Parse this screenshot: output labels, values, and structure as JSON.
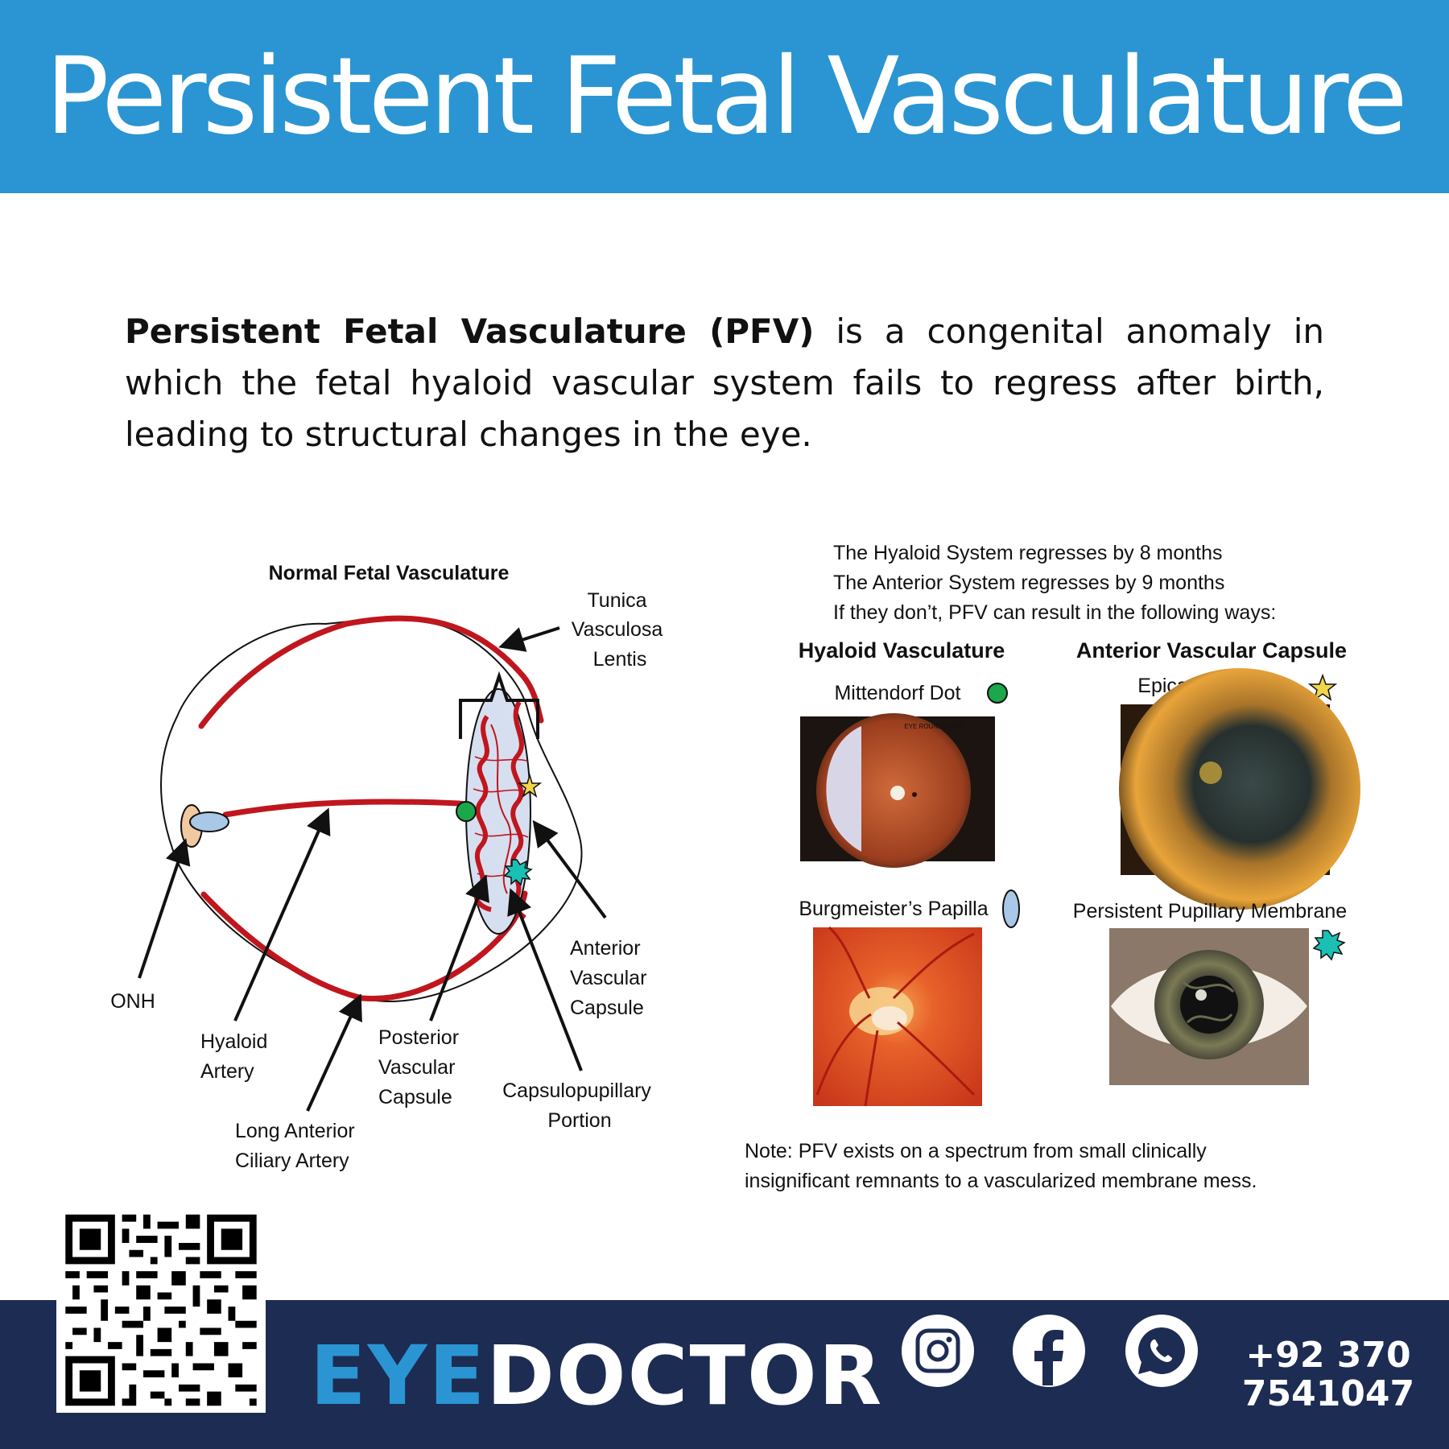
{
  "header": {
    "title": "Persistent Fetal Vasculature"
  },
  "intro": {
    "bold": "Persistent Fetal Vasculature (PFV)",
    "text": " is a congenital anomaly in which the fetal hyaloid vascular system fails to regress after birth, leading to structural changes in the eye."
  },
  "diagram": {
    "title": "Normal Fetal Vasculature",
    "tunica": [
      "Tunica",
      "Vasculosa",
      "Lentis"
    ],
    "onh": "ONH",
    "hyaloid_artery": [
      "Hyaloid",
      "Artery"
    ],
    "long_anterior": [
      "Long Anterior",
      "Ciliary Artery"
    ],
    "posterior_capsule": [
      "Posterior",
      "Vascular",
      "Capsule"
    ],
    "capsulopupillary": [
      "Capsulopupillary",
      "Portion"
    ],
    "anterior_capsule": [
      "Anterior",
      "Vascular",
      "Capsule"
    ]
  },
  "info": {
    "lines": [
      "The Hyaloid System regresses by 8 months",
      "The Anterior System regresses by 9 months",
      "If they don’t, PFV can result in the following ways:"
    ],
    "col1_heading": "Hyaloid Vasculature",
    "col2_heading": "Anterior Vascular Capsule",
    "mittendorf": "Mittendorf Dot",
    "epicapsular": "Epicapsular Star",
    "burgmeister": "Burgmeister’s Papilla",
    "pupillary": "Persistent Pupillary Membrane",
    "watermark": "EYE ROUNDS.ORG",
    "note": [
      "Note: PFV exists on a spectrum from small clinically",
      "insignificant remnants to a vascularized membrane mess."
    ]
  },
  "footer": {
    "brand_part1": "EYE",
    "brand_part2": "DOCTOR",
    "phone_line1": "+92 370",
    "phone_line2": "7541047",
    "icons": [
      "instagram-icon",
      "facebook-icon",
      "whatsapp-icon"
    ]
  },
  "colors": {
    "header_bg": "#2a95d2",
    "footer_bg": "#1d2c52",
    "vessel_red": "#c0161e",
    "brand_blue": "#2a95d2"
  }
}
